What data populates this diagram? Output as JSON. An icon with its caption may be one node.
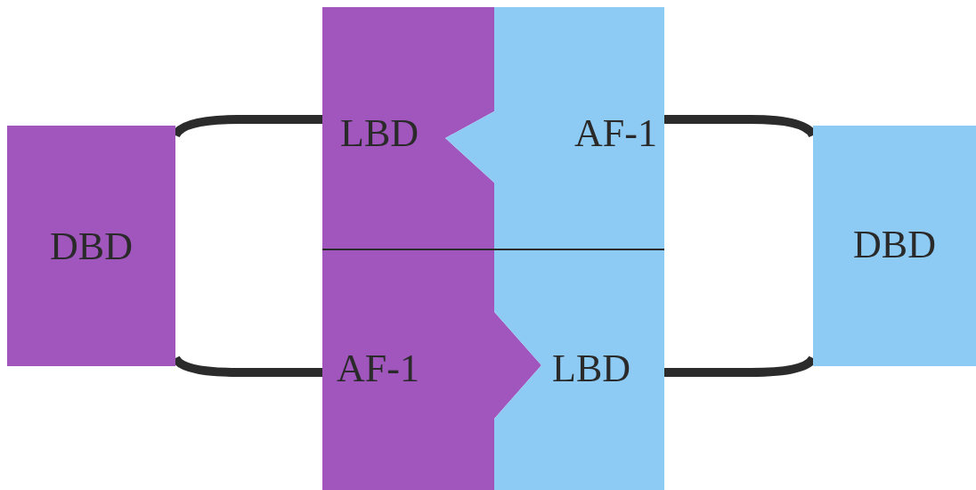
{
  "diagram": {
    "nodes": [
      {
        "text": [
          "DBD"
        ]
      },
      {
        "text": [
          "LBD"
        ]
      },
      {
        "text": [
          "AF-1"
        ]
      },
      {
        "text": [
          "DBD"
        ]
      },
      {
        "text": [
          "AF-1"
        ]
      },
      {
        "text": [
          "LBD"
        ]
      }
    ],
    "edges": [
      {
        "from": 0,
        "to": 1,
        "arrow": "none"
      },
      {
        "from": 0,
        "to": 4,
        "arrow": "none"
      },
      {
        "from": 3,
        "to": 2,
        "arrow": "none"
      },
      {
        "from": 3,
        "to": 5,
        "arrow": "none"
      }
    ]
  }
}
